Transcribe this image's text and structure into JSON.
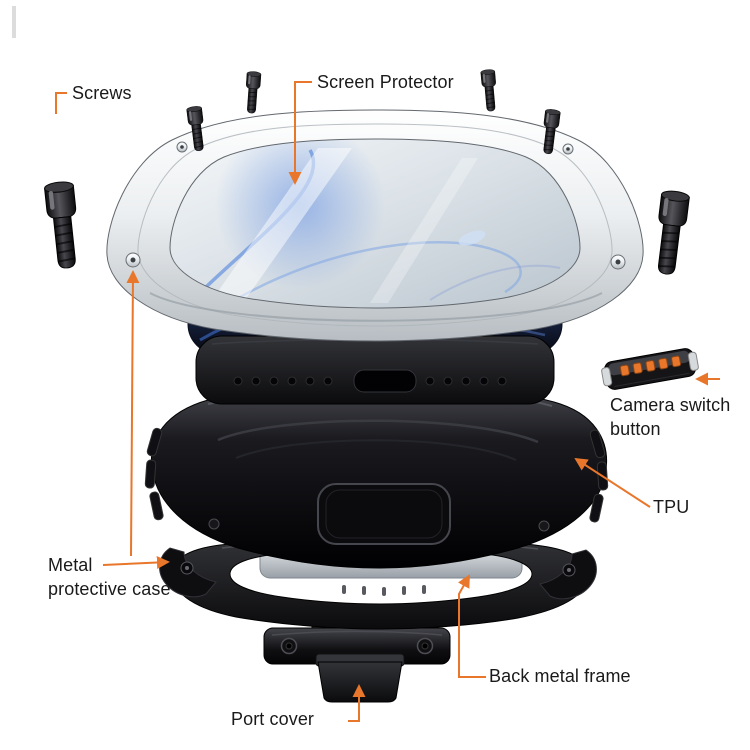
{
  "diagram": {
    "background_color": "#ffffff",
    "accent_color": "#E8762B",
    "text_color": "#1a1a1a",
    "callouts": {
      "screws": {
        "label": "Screws"
      },
      "screen_protector": {
        "label": "Screen Protector"
      },
      "camera_switch_button": {
        "label": "Camera switch\nbutton"
      },
      "tpu": {
        "label": "TPU"
      },
      "metal_protective_case": {
        "label": "Metal\nprotective case"
      },
      "back_metal_frame": {
        "label": "Back metal frame"
      },
      "port_cover": {
        "label": "Port cover"
      }
    }
  }
}
